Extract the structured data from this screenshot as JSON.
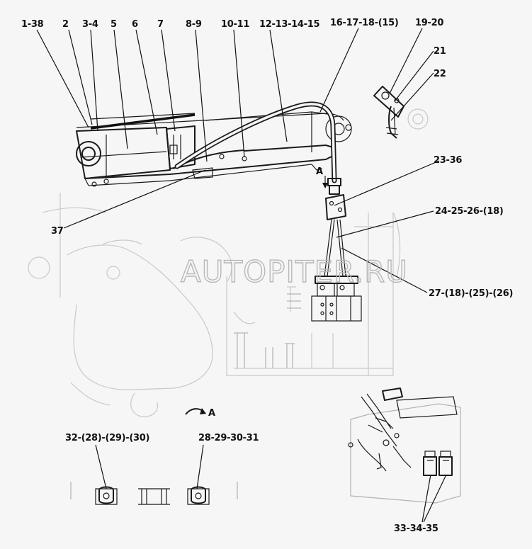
{
  "watermark": "AUTOPITER.RU",
  "view_marker": "A",
  "view_marker_arrow": "A",
  "callouts": [
    {
      "id": "c1",
      "text": "1-38"
    },
    {
      "id": "c2",
      "text": "2"
    },
    {
      "id": "c3",
      "text": "3-4"
    },
    {
      "id": "c4",
      "text": "5"
    },
    {
      "id": "c5",
      "text": "6"
    },
    {
      "id": "c6",
      "text": "7"
    },
    {
      "id": "c7",
      "text": "8-9"
    },
    {
      "id": "c8",
      "text": "10-11"
    },
    {
      "id": "c9",
      "text": "12-13-14-15"
    },
    {
      "id": "c10",
      "text": "16-17-18-(15)"
    },
    {
      "id": "c11",
      "text": "19-20"
    },
    {
      "id": "c12",
      "text": "21"
    },
    {
      "id": "c13",
      "text": "22"
    },
    {
      "id": "c14",
      "text": "23-36"
    },
    {
      "id": "c15",
      "text": "24-25-26-(18)"
    },
    {
      "id": "c16",
      "text": "27-(18)-(25)-(26)"
    },
    {
      "id": "c17",
      "text": "37"
    },
    {
      "id": "c18",
      "text": "32-(28)-(29)-(30)"
    },
    {
      "id": "c19",
      "text": "28-29-30-31"
    },
    {
      "id": "c20",
      "text": "33-34-35"
    }
  ]
}
